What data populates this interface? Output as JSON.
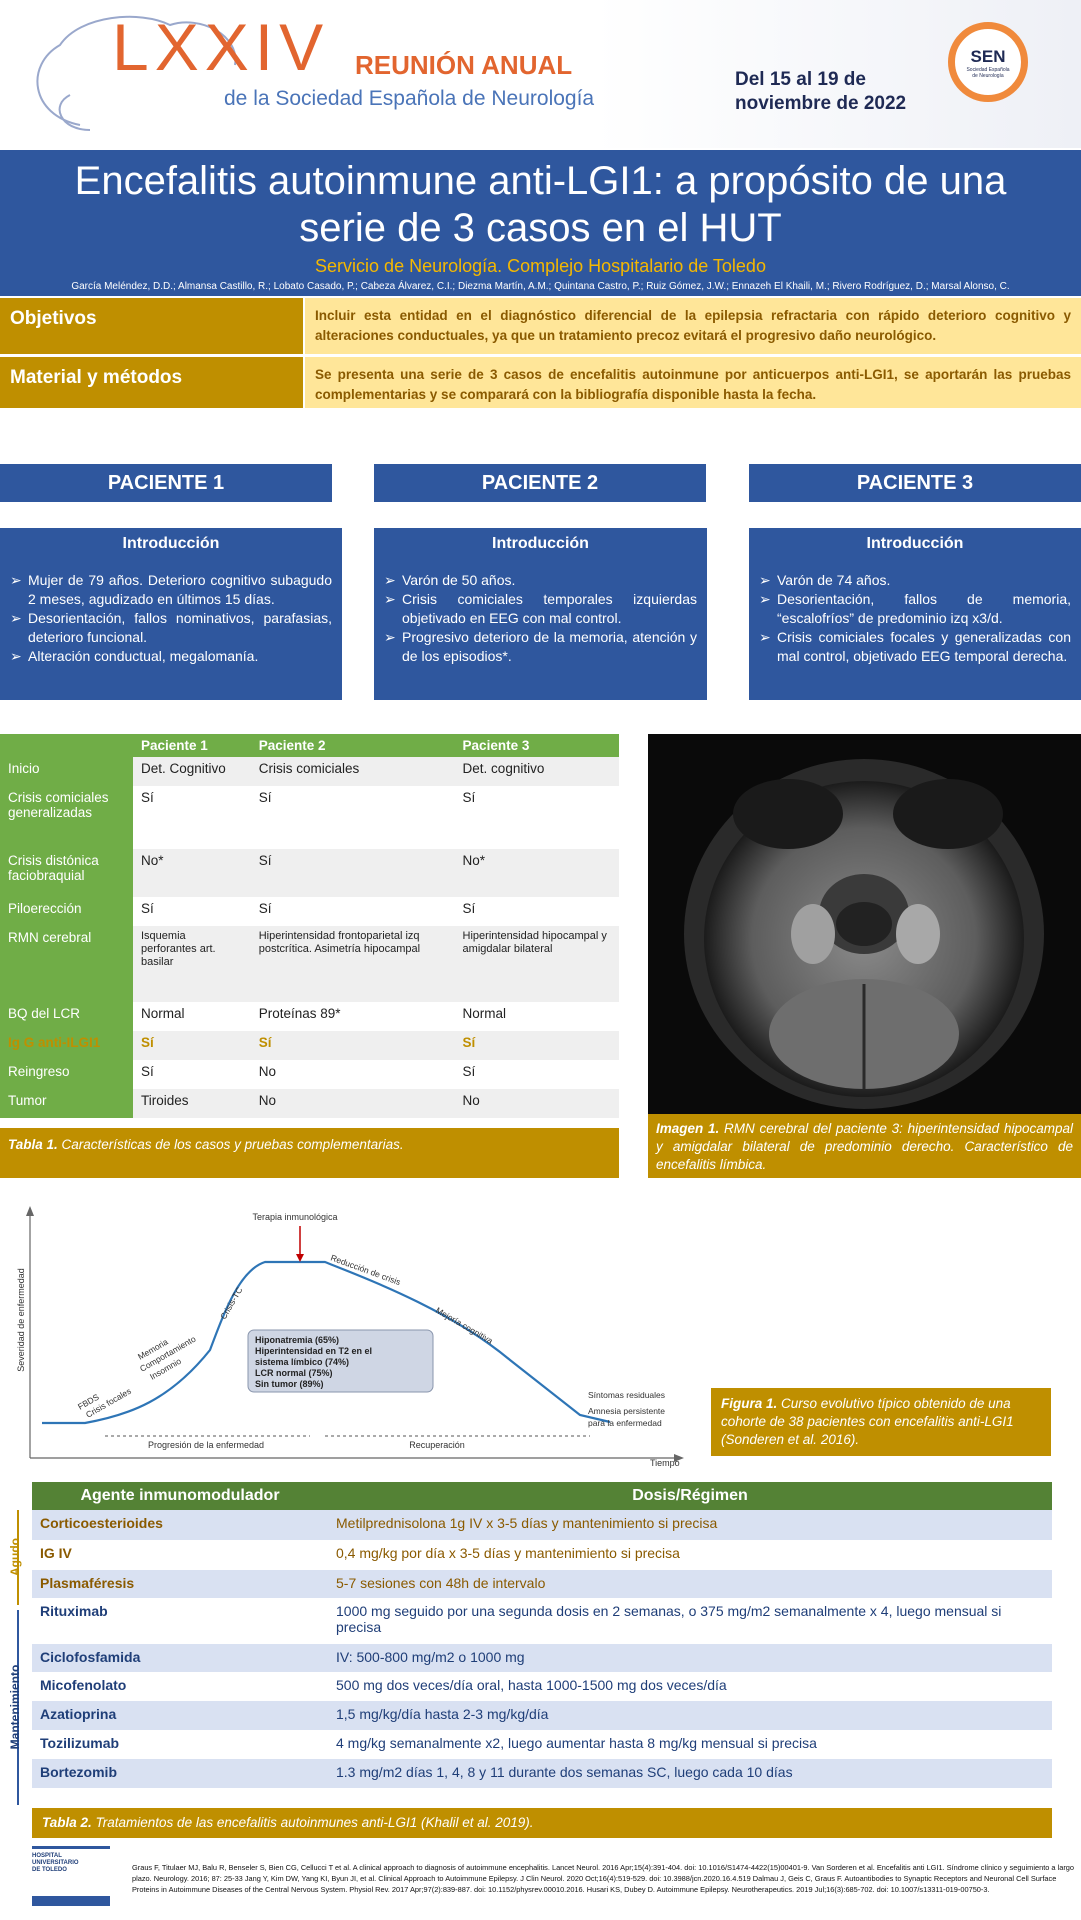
{
  "header": {
    "congress_number": "LXXIV",
    "congress_name": "REUNIÓN ANUAL",
    "society": "de la Sociedad Española de Neurología",
    "dates_line1": "Del 15 al 19 de",
    "dates_line2": "noviembre de 2022",
    "logo_text": "SEN",
    "logo_sub": "Sociedad Española de Neurología"
  },
  "title": {
    "line1": "Encefalitis autoinmune anti-LGI1: a propósito de una",
    "line2": "serie de 3 casos en el HUT",
    "subtitle": "Servicio de Neurología. Complejo Hospitalario de Toledo",
    "authors": "García Meléndez, D.D.; Almansa Castillo, R.; Lobato Casado, P.; Cabeza Álvarez, C.I.; Diezma Martín, A.M.; Quintana Castro, P.; Ruiz Gómez, J.W.; Ennazeh El Khaili, M.; Rivero Rodríguez, D.; Marsal Alonso, C."
  },
  "objetivos": {
    "label": "Objetivos",
    "text": "Incluir esta entidad en el diagnóstico diferencial de la epilepsia refractaria con rápido deterioro cognitivo y alteraciones conductuales, ya que un tratamiento precoz evitará el progresivo daño neurológico."
  },
  "metodos": {
    "label": "Material y métodos",
    "text": "Se presenta una serie de 3 casos de encefalitis autoinmune por anticuerpos anti-LGI1, se aportarán las pruebas complementarias y se comparará con la bibliografía disponible hasta la fecha."
  },
  "patients": [
    {
      "title": "PACIENTE 1",
      "intro": "Introducción",
      "items": [
        "Mujer de 79 años. Deterioro cognitivo subagudo 2 meses, agudizado en últimos 15 días.",
        "Desorientación, fallos nominativos, parafasias, deterioro funcional.",
        "Alteración conductual, megalomanía."
      ]
    },
    {
      "title": "PACIENTE 2",
      "intro": "Introducción",
      "items": [
        "Varón de 50 años.",
        "Crisis comiciales temporales izquierdas objetivado en EEG con mal control.",
        "Progresivo deterioro de la memoria, atención y de los episodios*."
      ]
    },
    {
      "title": "PACIENTE 3",
      "intro": "Introducción",
      "items": [
        "Varón de 74 años.",
        "Desorientación, fallos de memoria, “escalofríos” de predominio izq x3/d.",
        "Crisis comiciales focales y generalizadas con mal control, objetivado EEG temporal derecha."
      ]
    }
  ],
  "table1": {
    "headers": [
      "",
      "Paciente 1",
      "Paciente 2",
      "Paciente 3"
    ],
    "rows": [
      [
        "Inicio",
        "Det. Cognitivo",
        " Crisis comiciales",
        "Det. cognitivo"
      ],
      [
        "Crisis comiciales generalizadas",
        "Sí",
        "Sí",
        "Sí"
      ],
      [
        "Crisis distónica faciobraquial",
        "No*",
        "Sí",
        "No*"
      ],
      [
        "Piloerección",
        "Sí",
        "Sí",
        "Sí"
      ],
      [
        "RMN cerebral",
        "Isquemia perforantes art. basilar",
        "Hiperintensidad frontoparietal izq postcrítica. Asimetría hipocampal",
        "Hiperintensidad hipocampal y amigdalar bilateral"
      ],
      [
        "BQ del LCR",
        "Normal",
        "Proteínas 89*",
        "Normal"
      ],
      [
        "Ig G anti-ILGI1",
        "Sí",
        "Sí",
        "Sí"
      ],
      [
        "Reingreso",
        "Sí",
        "No",
        "Sí"
      ],
      [
        "Tumor",
        "Tiroides",
        "No",
        "No"
      ]
    ],
    "caption_label": "Tabla 1.",
    "caption_text": " Características de los casos y pruebas complementarias."
  },
  "image1": {
    "caption_label": "Imagen 1.",
    "caption_text": "  RMN cerebral del paciente 3: hiperintensidad hipocampal y amigdalar bilateral de predominio derecho. Característico de encefalitis límbica."
  },
  "figure1": {
    "ylabel": "Severidad de enfermedad",
    "xlabel": "Tiempo",
    "top_label": "Terapia inmunológica",
    "curve_labels": [
      "FBDS",
      "Crisis focales",
      "Memoria",
      "Comportamiento",
      "Insomnio",
      "Crisis-TC",
      "Reducción de crisis",
      "Mejoría cognitiva",
      "Síntomas residuales",
      "Amnesia persistente",
      "para la enfermedad"
    ],
    "box_lines": [
      "Hiponatremia (65%)",
      "Hiperintensidad en T2 en el",
      "sistema límbico (74%)",
      "LCR normal (75%)",
      "Sin tumor (89%)"
    ],
    "phase1": "Progresión de la enfermedad",
    "phase2": "Recuperación",
    "caption_label": "Figura 1.",
    "caption_text": " Curso evolutivo típico obtenido de una cohorte de 38 pacientes con encefalitis anti-LGI1 (Sonderen et al. 2016)."
  },
  "table2": {
    "headers": [
      "Agente inmunomodulador",
      "Dosis/Régimen"
    ],
    "side_labels": [
      "Agudo",
      "Mantenimiento"
    ],
    "rows": [
      [
        "Corticoesterioides",
        "Metilprednisolona 1g IV x 3-5 días y mantenimiento si precisa"
      ],
      [
        "IG IV",
        "0,4 mg/kg por día x 3-5 días  y mantenimiento si precisa"
      ],
      [
        "Plasmaféresis",
        "5-7 sesiones con 48h de intervalo"
      ],
      [
        "Rituximab",
        "1000 mg seguido por una segunda dosis en 2 semanas, o 375 mg/m2 semanalmente x 4, luego mensual si precisa"
      ],
      [
        "Ciclofosfamida",
        "IV: 500-800 mg/m2 o 1000 mg"
      ],
      [
        "Micofenolato",
        "500 mg dos veces/día oral,  hasta 1000-1500 mg dos veces/día"
      ],
      [
        "Azatioprina",
        "1,5 mg/kg/día hasta 2-3 mg/kg/día"
      ],
      [
        "Tozilizumab",
        "4 mg/kg  semanalmente x2, luego aumentar hasta 8 mg/kg mensual  si precisa"
      ],
      [
        "Bortezomib",
        "1.3 mg/m2 días 1, 4, 8 y 11 durante dos semanas SC, luego cada 10 días"
      ]
    ],
    "caption_label": "Tabla 2.",
    "caption_text": " Tratamientos de las encefalitis autoinmunes anti-LGI1 (Khalil et al. 2019)."
  },
  "footer": {
    "hospital": "HOSPITAL UNIVERSITARIO DE TOLEDO",
    "references": "Graus F, Titulaer MJ, Balu R, Benseler S, Bien CG, Cellucci T et al. A clinical approach to diagnosis of autoimmune encephalitis. Lancet Neurol. 2016 Apr;15(4):391-404. doi: 10.1016/S1474-4422(15)00401-9.  Van Sorderen et al. Encefalitis anti LGI1. Síndrome clínico y seguimiento a largo plazo. Neurology. 2016; 87: 25-33 Jang Y, Kim DW, Yang KI, Byun JI, et al. Clinical Approach to Autoimmune Epilepsy. J Clin Neurol. 2020 Oct;16(4):519-529. doi: 10.3988/jcn.2020.16.4.519 Dalmau J, Geis C, Graus F. Autoantibodies to Synaptic Receptors and Neuronal Cell Surface Proteins in Autoimmune Diseases of the Central Nervous System. Physiol Rev. 2017 Apr;97(2):839-887. doi: 10.1152/physrev.00010.2016. Husari KS, Dubey D. Autoimmune Epilepsy. Neurotherapeutics. 2019 Jul;16(3):685-702. doi: 10.1007/s13311-019-00750-3."
  }
}
